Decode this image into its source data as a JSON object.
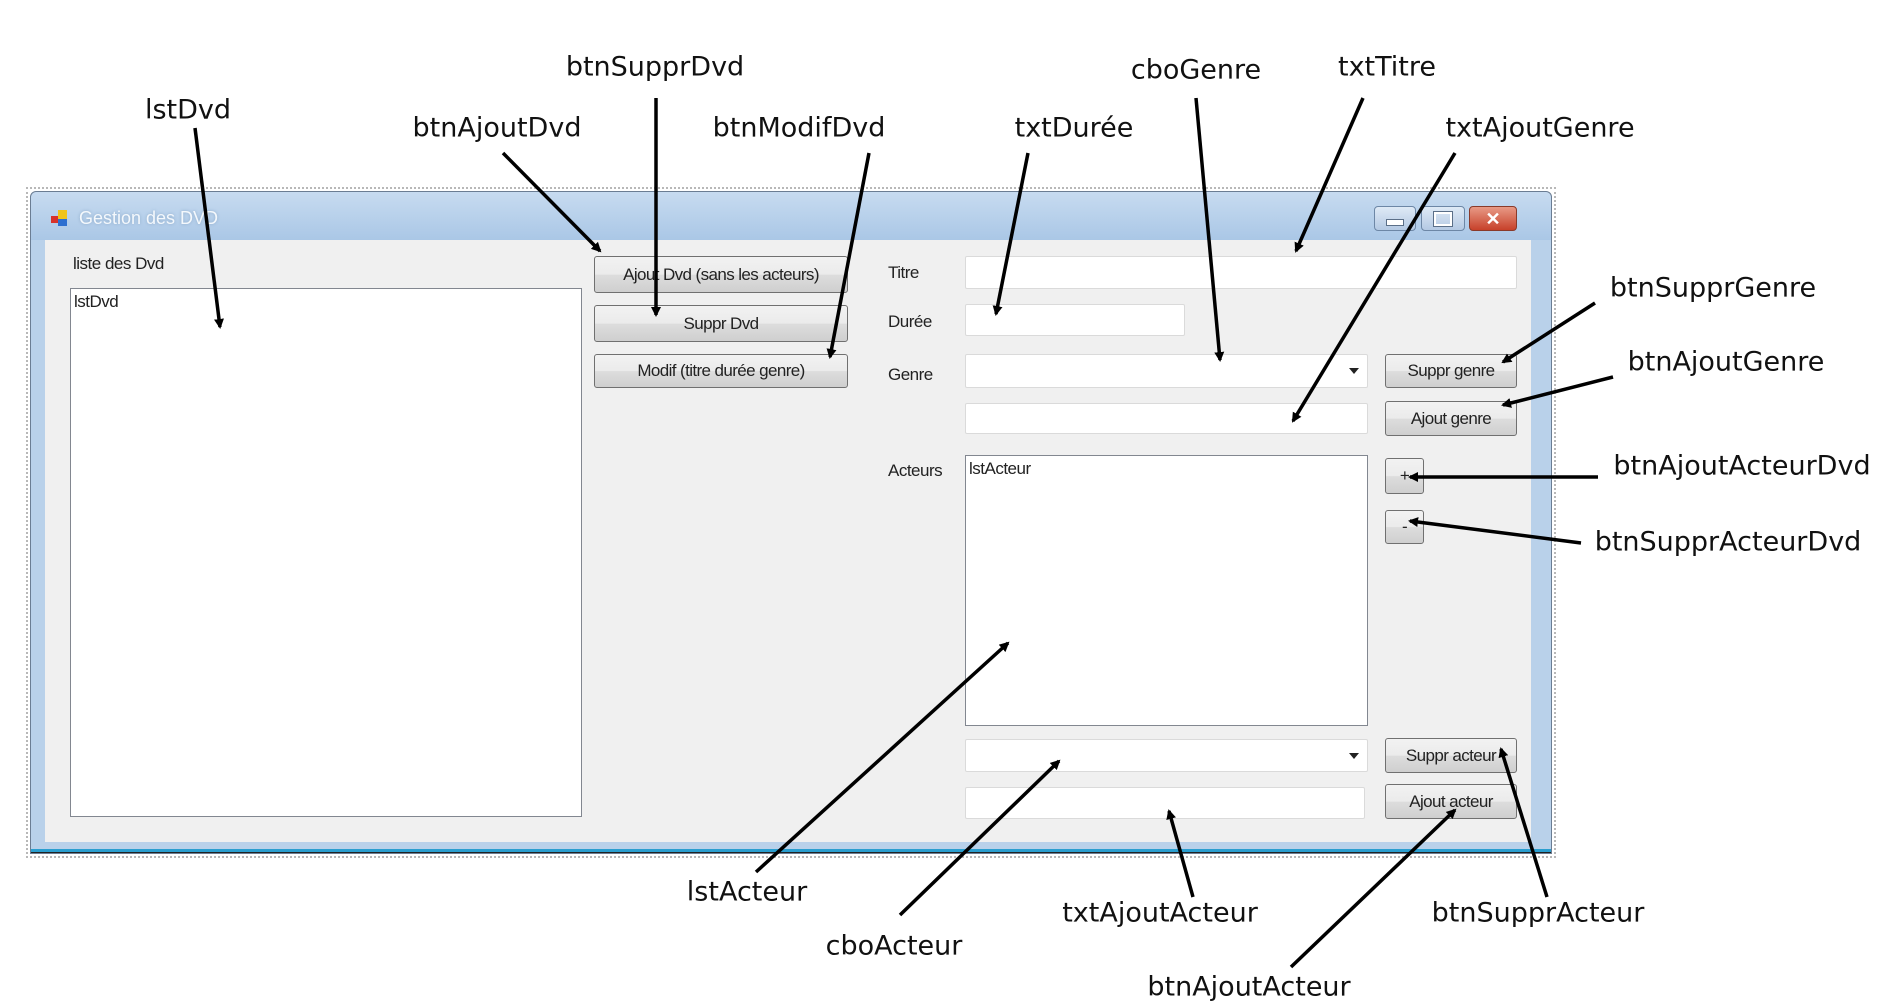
{
  "window": {
    "title": "Gestion des DVD",
    "caption_buttons": [
      "minimize",
      "maximize",
      "close"
    ],
    "close_color": "#c7412a"
  },
  "form": {
    "dvd_list_label": "liste des Dvd",
    "dvd_list_item": "lstDvd",
    "buttons": {
      "ajout_dvd": "Ajout Dvd (sans les acteurs)",
      "suppr_dvd": "Suppr Dvd",
      "modif_dvd": "Modif (titre durée genre)",
      "suppr_genre": "Suppr genre",
      "ajout_genre": "Ajout genre",
      "ajout_acteur_dvd": "+",
      "suppr_acteur_dvd": "-",
      "suppr_acteur": "Suppr acteur",
      "ajout_acteur": "Ajout acteur"
    },
    "labels": {
      "titre": "Titre",
      "duree": "Durée",
      "genre": "Genre",
      "acteurs": "Acteurs"
    },
    "fields": {
      "titre": "",
      "duree": "",
      "genre": "",
      "ajout_genre": "",
      "acteur": "",
      "ajout_acteur": ""
    },
    "actor_list_item": "lstActeur"
  },
  "annotations": {
    "lstDvd": "lstDvd",
    "btnAjoutDvd": "btnAjoutDvd",
    "btnSupprDvd": "btnSupprDvd",
    "btnModifDvd": "btnModifDvd",
    "txtDuree": "txtDurée",
    "cboGenre": "cboGenre",
    "txtTitre": "txtTitre",
    "txtAjoutGenre": "txtAjoutGenre",
    "btnSupprGenre": "btnSupprGenre",
    "btnAjoutGenre": "btnAjoutGenre",
    "btnAjoutActeurDvd": "btnAjoutActeurDvd",
    "btnSupprActeurDvd": "btnSupprActeurDvd",
    "lstActeur": "lstActeur",
    "cboActeur": "cboActeur",
    "txtAjoutActeur": "txtAjoutActeur",
    "btnAjoutActeur": "btnAjoutActeur",
    "btnSupprActeur": "btnSupprActeur"
  }
}
